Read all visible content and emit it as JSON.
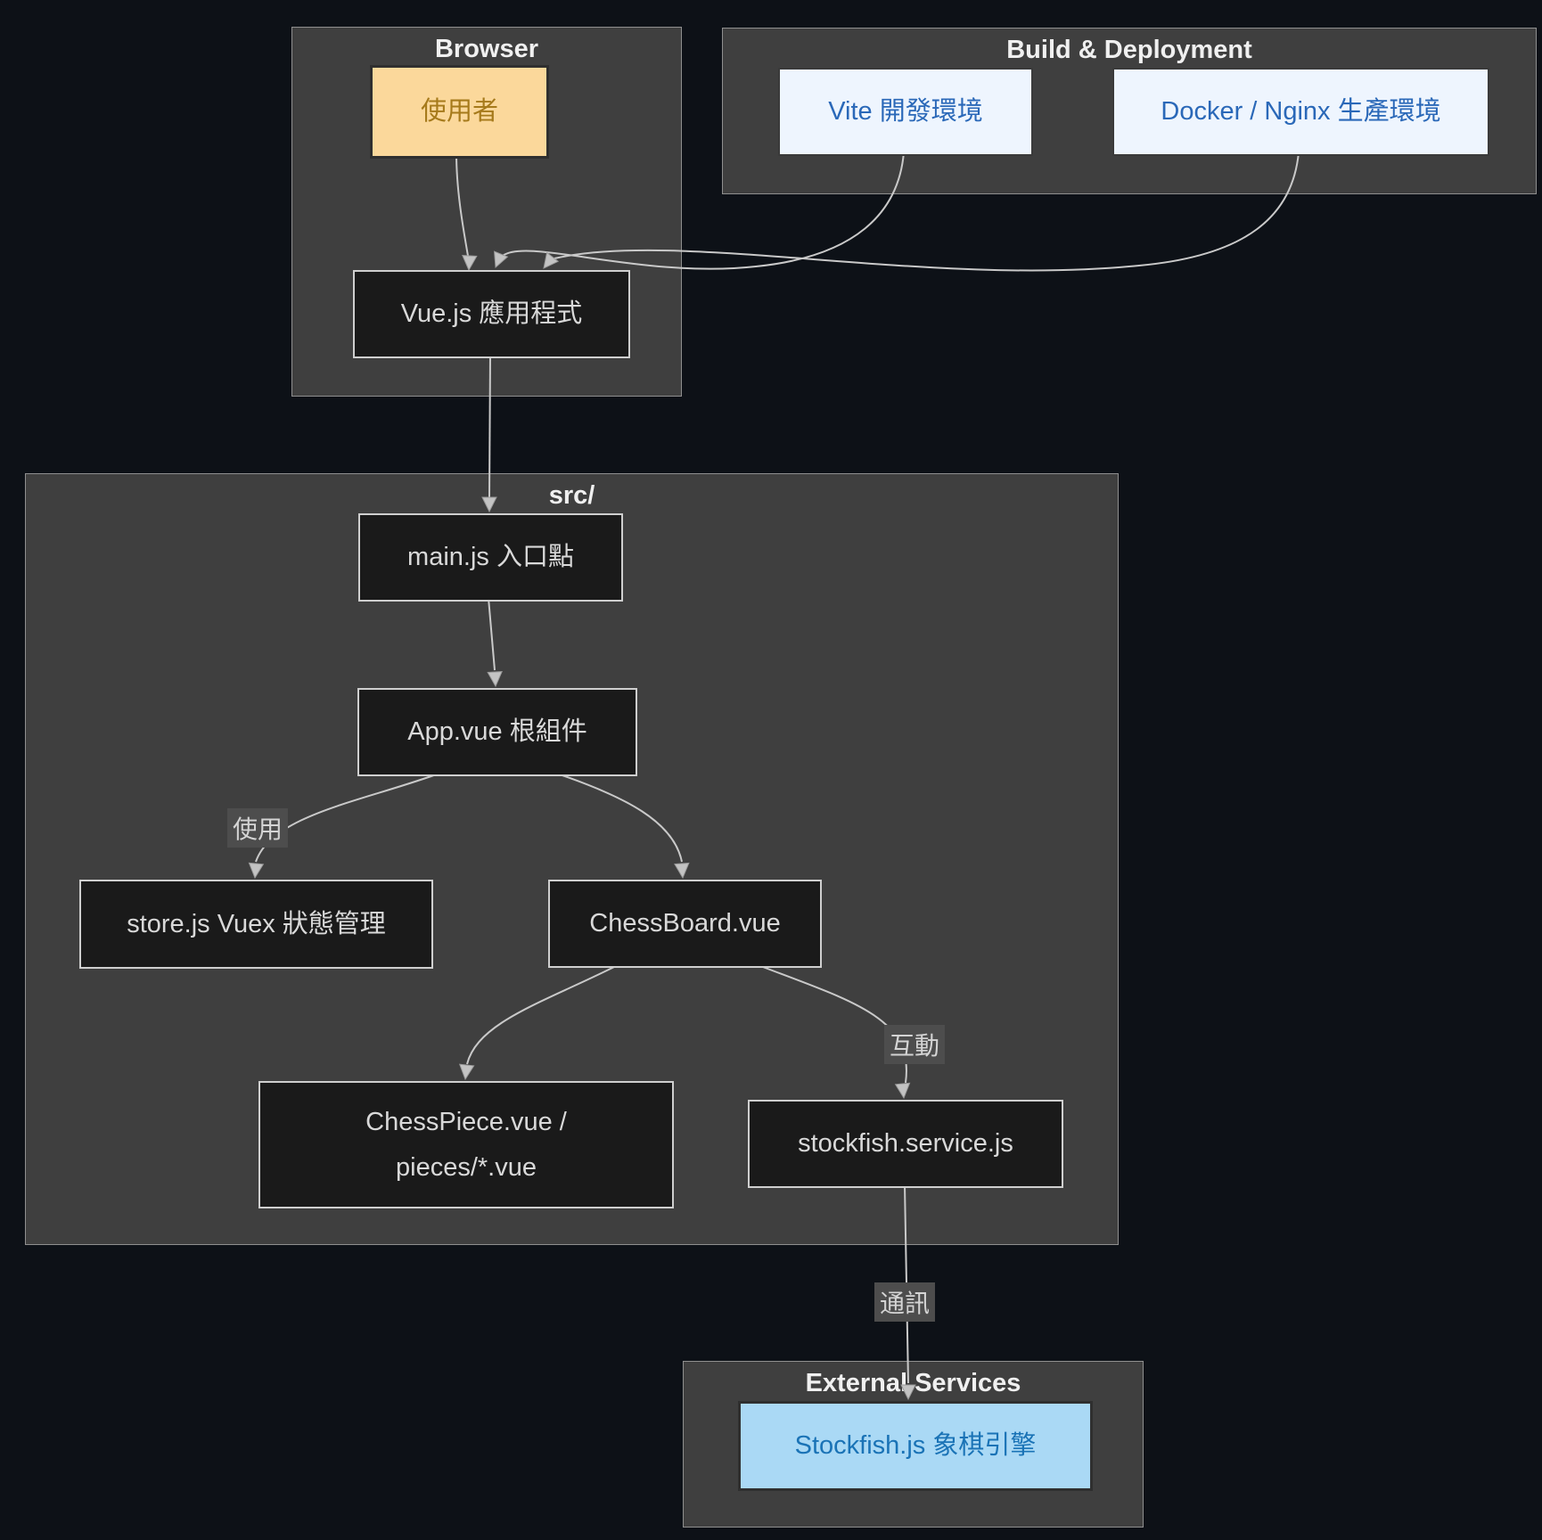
{
  "diagram": {
    "clusters": {
      "browser": {
        "title": "Browser"
      },
      "build": {
        "title": "Build & Deployment"
      },
      "src": {
        "title": "src/"
      },
      "external": {
        "title": "External Services"
      }
    },
    "nodes": {
      "user": {
        "label": "使用者"
      },
      "vue_app": {
        "label": "Vue.js 應用程式"
      },
      "vite": {
        "label": "Vite 開發環境"
      },
      "docker": {
        "label": "Docker / Nginx 生產環境"
      },
      "main_js": {
        "label": "main.js 入口點"
      },
      "app_vue": {
        "label": "App.vue 根組件"
      },
      "store": {
        "label": "store.js Vuex 狀態管理"
      },
      "chessboard": {
        "label": "ChessBoard.vue"
      },
      "chesspiece": {
        "line1": "ChessPiece.vue /",
        "line2": "pieces/*.vue"
      },
      "stockfish_service": {
        "label": "stockfish.service.js"
      },
      "stockfish_js": {
        "label": "Stockfish.js 象棋引擎"
      }
    },
    "edges": [
      {
        "from": "user",
        "to": "vue_app",
        "label": ""
      },
      {
        "from": "vite",
        "to": "vue_app",
        "label": ""
      },
      {
        "from": "docker",
        "to": "vue_app",
        "label": ""
      },
      {
        "from": "vue_app",
        "to": "main_js",
        "label": ""
      },
      {
        "from": "main_js",
        "to": "app_vue",
        "label": ""
      },
      {
        "from": "app_vue",
        "to": "store",
        "label": "使用"
      },
      {
        "from": "app_vue",
        "to": "chessboard",
        "label": ""
      },
      {
        "from": "chessboard",
        "to": "chesspiece",
        "label": ""
      },
      {
        "from": "chessboard",
        "to": "stockfish_service",
        "label": "互動"
      },
      {
        "from": "stockfish_service",
        "to": "stockfish_js",
        "label": "通訊"
      }
    ],
    "colors": {
      "background": "#0d1117",
      "cluster_fill": "#3f3f3f",
      "cluster_border": "#8f8f8f",
      "node_fill": "#1a1a1a",
      "node_border": "#cfcfcf",
      "node_text": "#d9d9d9",
      "user_fill": "#fbd89b",
      "user_text": "#a67a1b",
      "build_fill": "#eef5fe",
      "build_text": "#2a68b8",
      "engine_fill": "#aad9f5",
      "engine_text": "#1a73b6",
      "edge": "#c9c9c9",
      "edge_label_bg": "#4d4d4d"
    }
  }
}
